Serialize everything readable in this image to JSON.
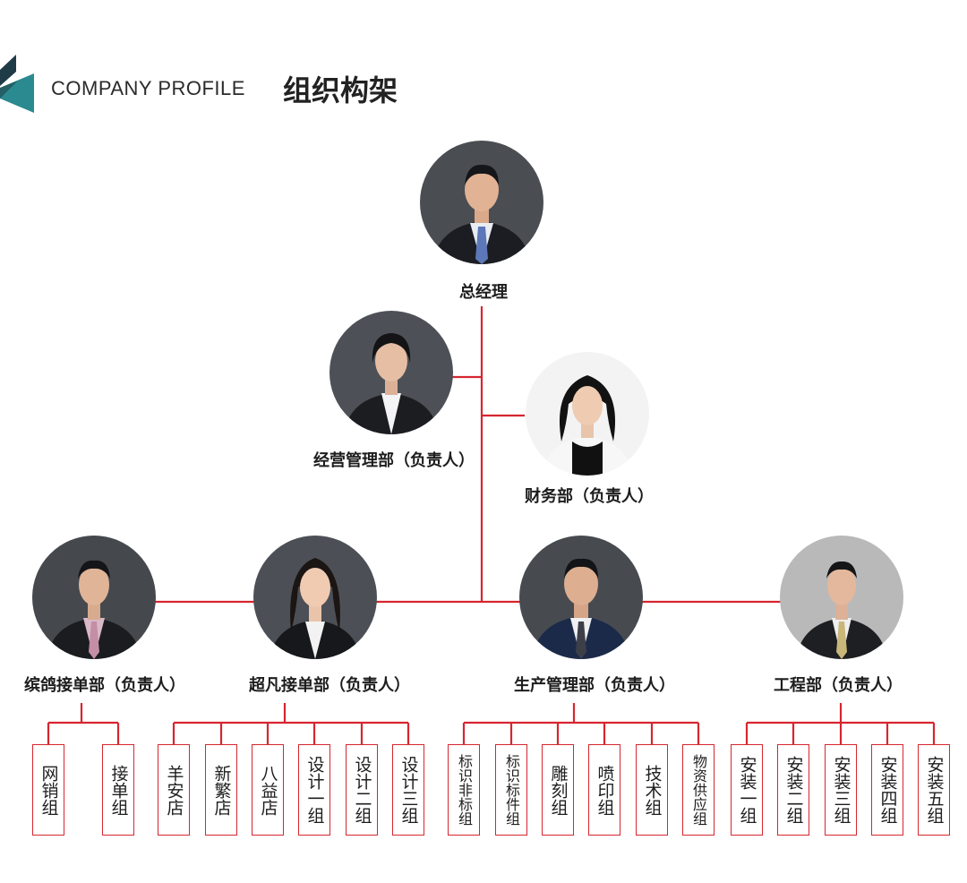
{
  "header": {
    "en_title": "COMPANY PROFILE",
    "cn_title": "组织构架"
  },
  "colors": {
    "accent": "#d6262f",
    "logo_dark": "#1f3b47",
    "logo_teal": "#2a8a8f"
  },
  "people": {
    "gm": {
      "title": "总经理",
      "avatar": "man-dark-suit"
    },
    "ops": {
      "title": "经营管理部（负责人）",
      "avatar": "woman-short-hair"
    },
    "finance": {
      "title": "财务部（负责人）",
      "avatar": "woman-long-hair"
    },
    "binge": {
      "title": "缤鸽接单部（负责人）",
      "avatar": "man-pink-shirt"
    },
    "chaofan": {
      "title": "超凡接单部（负责人）",
      "avatar": "woman-long-hair-2"
    },
    "production": {
      "title": "生产管理部（负责人）",
      "avatar": "man-blue-suit"
    },
    "engineering": {
      "title": "工程部（负责人）",
      "avatar": "man-light-bg"
    }
  },
  "groups": {
    "binge": [
      "网销组",
      "接单组"
    ],
    "chaofan": [
      "羊安店",
      "新繁店",
      "八益店",
      "设计一组",
      "设计二组",
      "设计三组"
    ],
    "production": [
      "标识非标组",
      "标识标件组",
      "雕刻组",
      "喷印组",
      "技术组",
      "物资供应组"
    ],
    "engineering": [
      "安装一组",
      "安装二组",
      "安装三组",
      "安装四组",
      "安装五组"
    ]
  }
}
